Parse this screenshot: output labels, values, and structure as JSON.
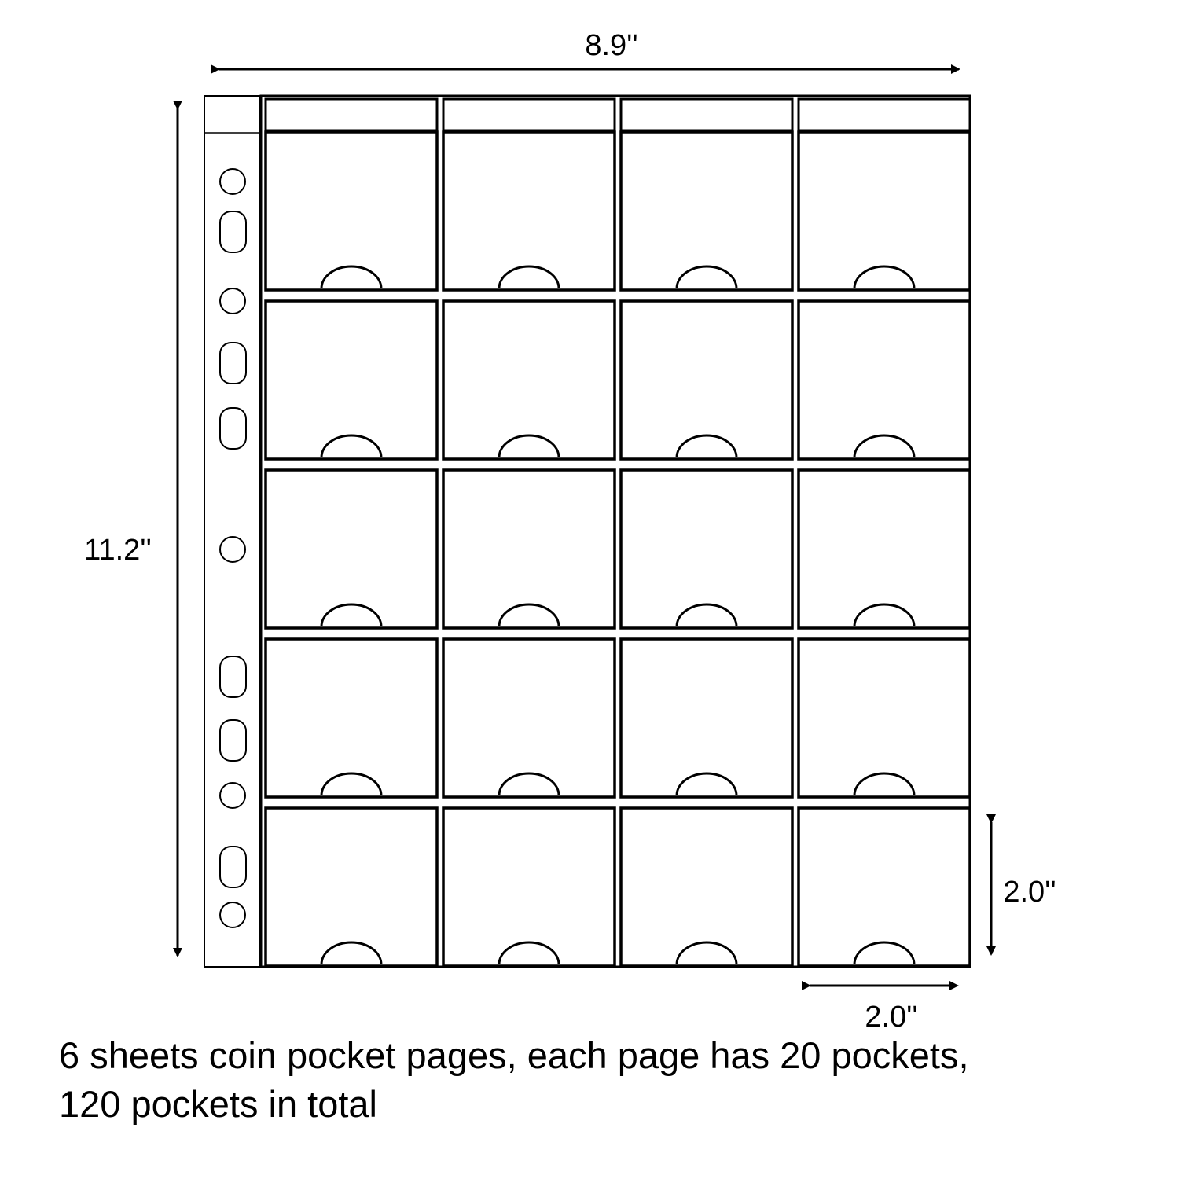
{
  "dimensions": {
    "sheet_width": "8.9''",
    "sheet_height": "11.2''",
    "pocket_height": "2.0''",
    "pocket_width": "2.0''"
  },
  "sheet": {
    "rows": 5,
    "columns": 4,
    "pockets_per_page": 20,
    "punch_holes": [
      "circle",
      "oval",
      "circle",
      "oval",
      "oval",
      "circle",
      "oval",
      "oval",
      "circle",
      "oval",
      "circle"
    ]
  },
  "caption": {
    "line1": "6 sheets coin pocket pages, each page has 20 pockets,",
    "line2": "120 pockets in total"
  }
}
